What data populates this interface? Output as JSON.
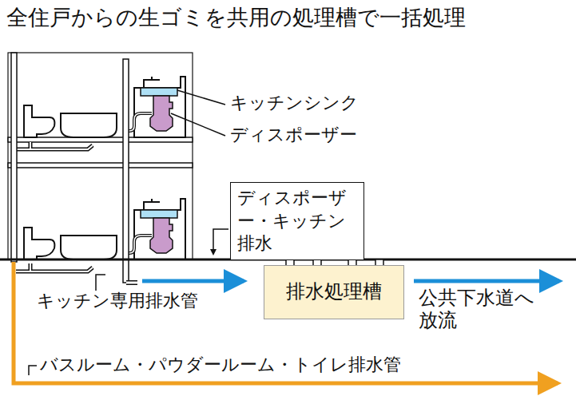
{
  "diagram": {
    "title": "全住戸からの生ゴミを共用の処理槽で一括処理",
    "nodes": [
      {
        "text": [
          "ディスポーザー・キッチン排水"
        ]
      },
      {
        "text": [
          "排水処理槽"
        ]
      }
    ],
    "labels": [
      "キッチンシンク",
      "ディスポーザー",
      "キッチン専用排水管",
      "公共下水道へ 放流",
      "バスルーム・パウダールーム・トイレ排水管"
    ]
  }
}
